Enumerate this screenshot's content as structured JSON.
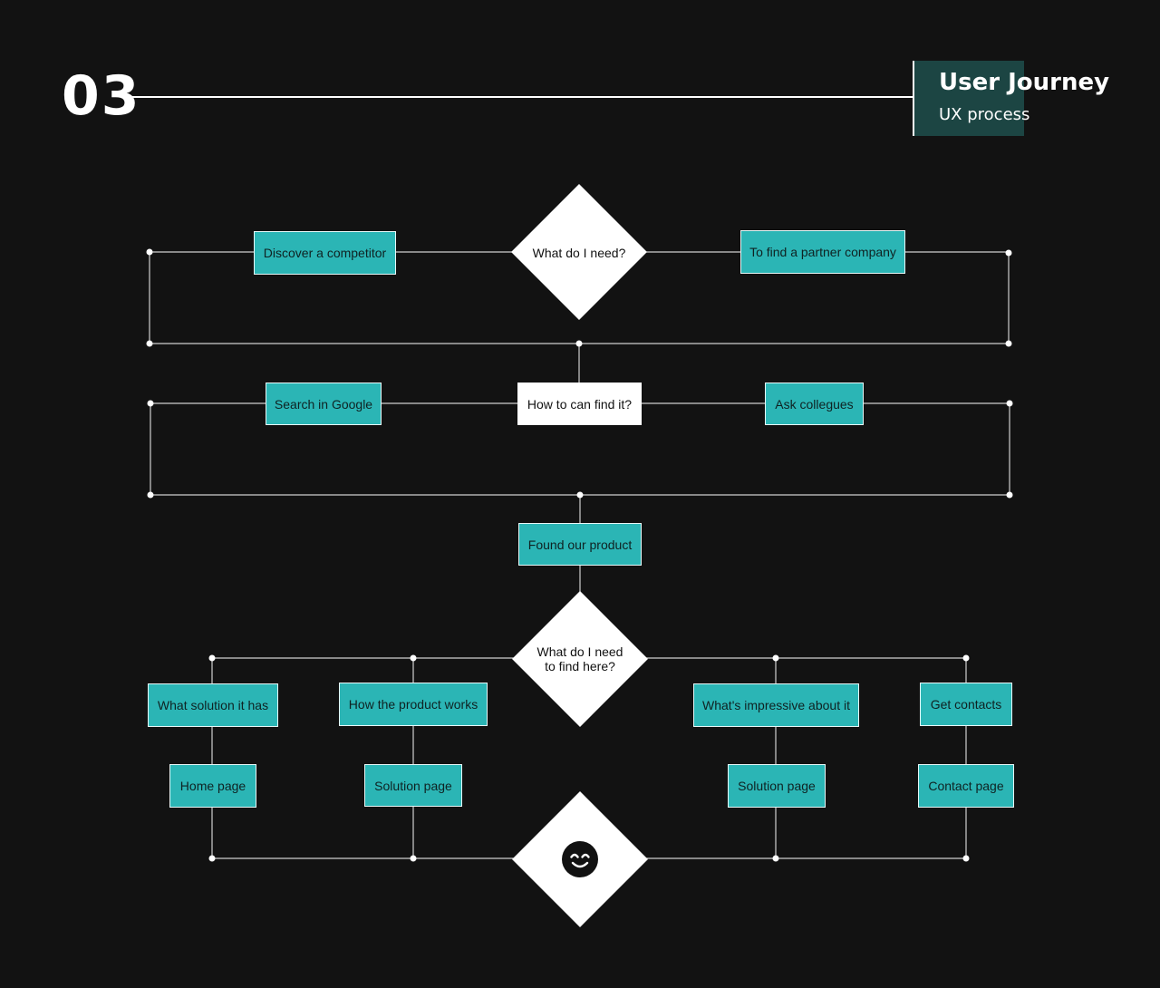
{
  "header": {
    "section_number": "03",
    "title": "User Journey",
    "subtitle": "UX process"
  },
  "flow": {
    "q1": "What do I need?",
    "q1_left": "Discover a competitor",
    "q1_right": "To find a partner company",
    "q2": "How to can find it?",
    "q2_left": "Search in Google",
    "q2_right": "Ask collegues",
    "found": "Found our product",
    "q3": "What do I need\nto find here?",
    "branch1": "What solution it has",
    "branch1_page": "Home page",
    "branch2": "How the product works",
    "branch2_page": "Solution page",
    "branch3": "What's impressive about it",
    "branch3_page": "Solution page",
    "branch4": "Get contacts",
    "branch4_page": "Contact page",
    "end_icon": "smiley-icon"
  },
  "colors": {
    "background": "#121212",
    "node_teal": "#2bb5b5",
    "accent_dark": "#1c4543",
    "line": "#cfcfcf"
  }
}
